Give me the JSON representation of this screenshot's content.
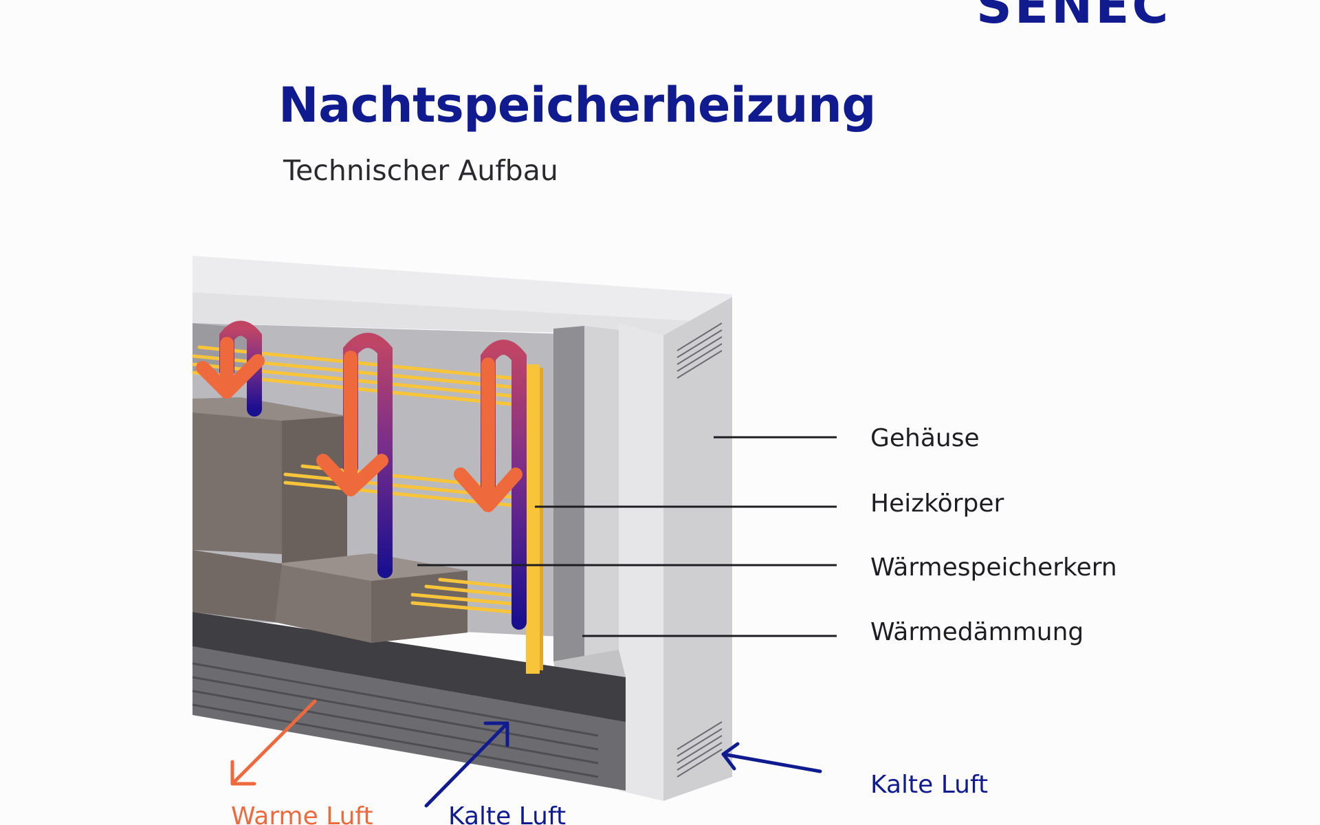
{
  "brand": {
    "logo_text": "SENEC",
    "color": "#0f1b8f"
  },
  "header": {
    "title": "Nachtspeicherheizung",
    "subtitle": "Technischer Aufbau"
  },
  "labels": {
    "gehaeuse": "Gehäuse",
    "heizkoerper": "Heizkörper",
    "waermespeicherkern": "Wärmespeicherkern",
    "waermedaemmung": "Wärmedämmung",
    "kalte_luft_right": "Kalte Luft",
    "warme_luft": "Warme Luft",
    "kalte_luft_bottom": "Kalte Luft"
  },
  "colors": {
    "warm_air": "#ee6a3d",
    "cold_air": "#0f1b8f",
    "heating_element": "#f7c43a"
  }
}
